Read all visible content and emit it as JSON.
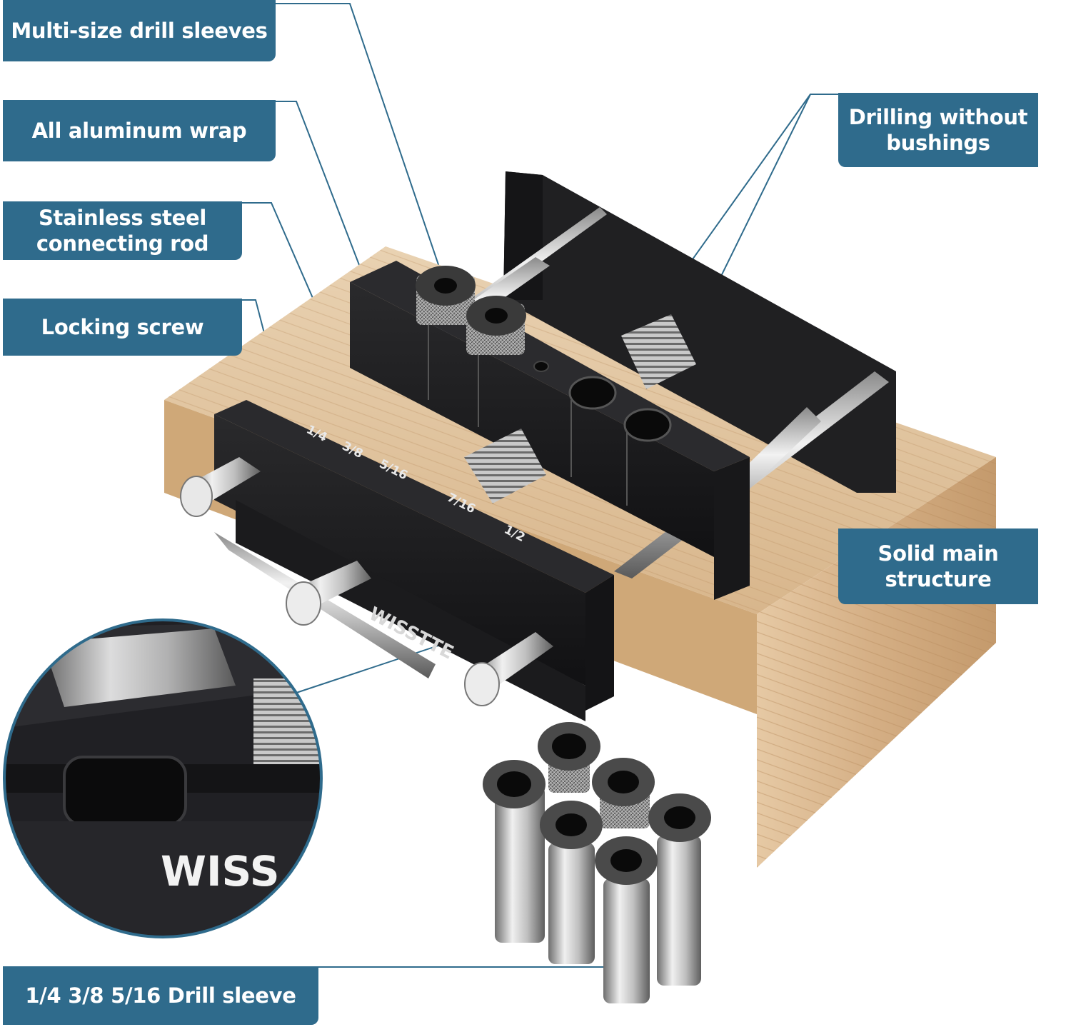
{
  "callouts": {
    "multi_size_sleeves": "Multi-size drill sleeves",
    "aluminum_wrap": "All aluminum wrap",
    "connecting_rod": "Stainless steel\nconnecting rod",
    "locking_screw": "Locking screw",
    "drilling_without_bushings": "Drilling without\nbushings",
    "solid_main_structure": "Solid main\nstructure",
    "drill_sleeve_sizes": "1/4  3/8  5/16 Drill sleeve"
  },
  "scale_marks": [
    "1/4",
    "3/8",
    "5/16",
    "7/16",
    "1/2"
  ],
  "brand": {
    "on_jig": "WISSTTE",
    "in_zoom": "WISS"
  },
  "colors": {
    "callout_bg": "#2f6b8c",
    "leader_line": "#2f6b8c",
    "jig_body": "#1c1c1e",
    "wood": "#d9b48a"
  }
}
